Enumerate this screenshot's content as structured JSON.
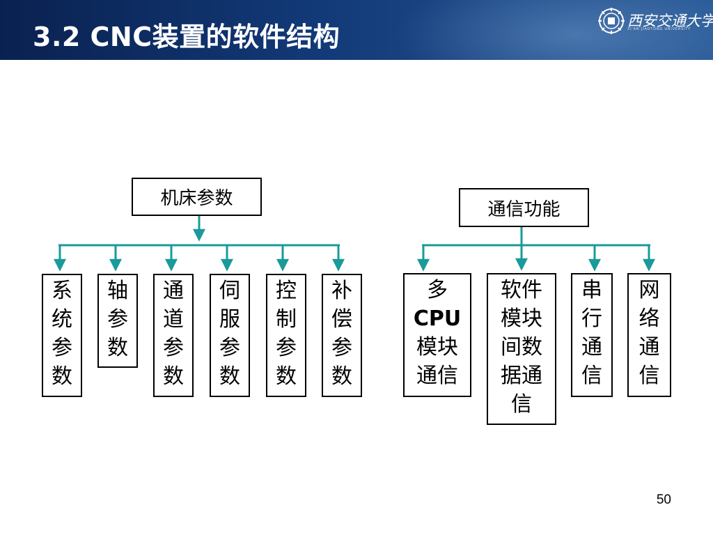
{
  "title": "3.2  CNC装置的软件结构",
  "university_logo": {
    "name": "西安交通大学",
    "subtitle": "XI'AN JIAOTONG UNIVERSITY"
  },
  "colors": {
    "header_bg": "#123a78",
    "connector": "#1a9a9a",
    "box_border": "#000000"
  },
  "diagram": {
    "machine_params": {
      "label": "机床参数",
      "children": [
        "系统参数",
        "轴参数",
        "通道参数",
        "伺服参数",
        "控制参数",
        "补偿参数"
      ]
    },
    "comm_functions": {
      "label": "通信功能",
      "children": [
        "多CPU模块通信",
        "软件模块间数据通信",
        "串行通信",
        "网络通信"
      ]
    }
  },
  "page_number": "50"
}
